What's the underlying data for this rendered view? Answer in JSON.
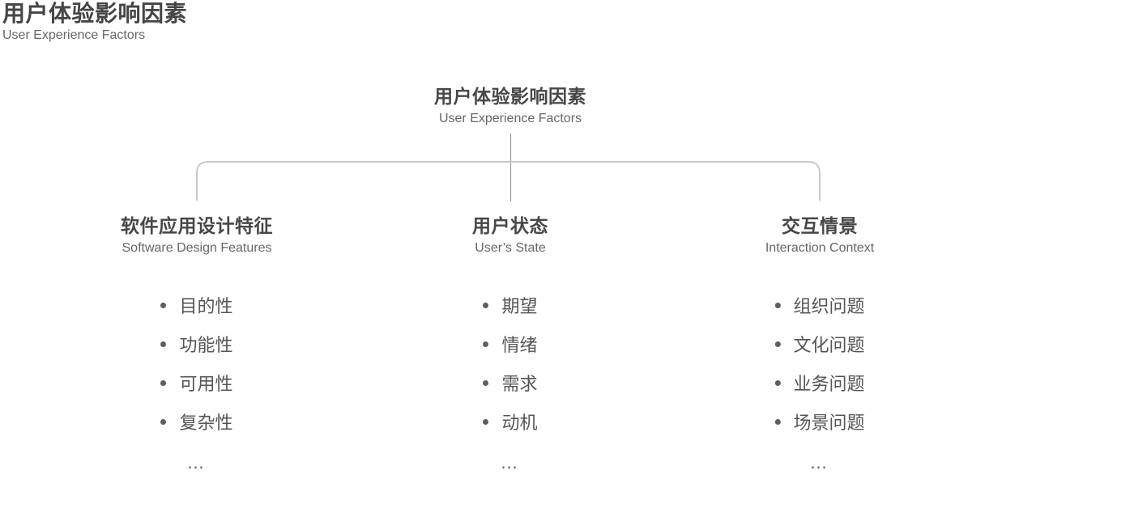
{
  "page": {
    "title": "用户体验影响因素",
    "subtitle": "User Experience Factors"
  },
  "root": {
    "title": "用户体验影响因素",
    "subtitle": "User Experience Factors"
  },
  "branches": [
    {
      "title": "软件应用设计特征",
      "subtitle": "Software Design Features",
      "items": [
        "目的性",
        "功能性",
        "可用性",
        "复杂性"
      ],
      "more": "…"
    },
    {
      "title": "用户状态",
      "subtitle": "User’s State",
      "items": [
        "期望",
        "情绪",
        "需求",
        "动机"
      ],
      "more": "…"
    },
    {
      "title": "交互情景",
      "subtitle": "Interaction Context",
      "items": [
        "组织问题",
        "文化问题",
        "业务问题",
        "场景问题"
      ],
      "more": "…"
    }
  ],
  "colors": {
    "background": "#ffffff",
    "heading_text": "#474747",
    "subtitle_text": "#666666",
    "list_text": "#555555",
    "bracket_line": "#c9c9c9",
    "center_line": "#9a9a9a"
  }
}
